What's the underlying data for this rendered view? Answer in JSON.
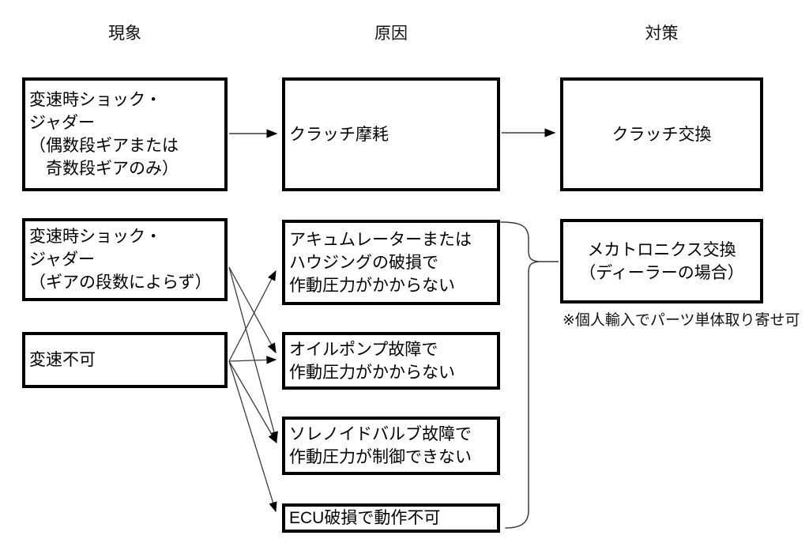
{
  "diagram_title": "",
  "headers": {
    "phenomenon": "現象",
    "cause": "原因",
    "solution": "対策"
  },
  "boxes": {
    "phenomenon1": {
      "lines": [
        "変速時ショック・",
        "ジャダー",
        "（偶数段ギアまたは",
        "　奇数段ギアのみ）"
      ]
    },
    "phenomenon2": {
      "lines": [
        "変速時ショック・",
        "ジャダー",
        "（ギアの段数によらず）"
      ]
    },
    "phenomenon3": {
      "lines": [
        "変速不可"
      ]
    },
    "cause_clutch_wear": {
      "lines": [
        "クラッチ摩耗"
      ]
    },
    "cause_accumulator": {
      "lines": [
        "アキュムレーターまたは",
        "ハウジングの破損で",
        "作動圧力がかからない"
      ]
    },
    "cause_oil_pump": {
      "lines": [
        "オイルポンプ故障で",
        "作動圧力がかからない"
      ]
    },
    "cause_solenoid": {
      "lines": [
        "ソレノイドバルブ故障で",
        "作動圧力が制御できない"
      ]
    },
    "cause_ecu": {
      "lines": [
        "ECU破損で動作不可"
      ]
    },
    "solution_clutch": {
      "lines": [
        "クラッチ交換"
      ]
    },
    "solution_mechatronics": {
      "lines": [
        "メカトロニクス交換",
        "（ディーラーの場合）"
      ]
    }
  },
  "note": "※個人輸入でパーツ単体取り寄せ可",
  "connections": [
    {
      "from": "変速時ショック・ジャダー（偶数段ギアまたは奇数段ギアのみ）",
      "to": "クラッチ摩耗"
    },
    {
      "from": "クラッチ摩耗",
      "to": "クラッチ交換"
    },
    {
      "from": "変速時ショック・ジャダー（ギアの段数によらず）",
      "to": "オイルポンプ故障で作動圧力がかからない"
    },
    {
      "from": "変速時ショック・ジャダー（ギアの段数によらず）",
      "to": "ソレノイドバルブ故障で作動圧力が制御できない"
    },
    {
      "from": "変速不可",
      "to": "アキュムレーターまたはハウジングの破損で作動圧力がかからない"
    },
    {
      "from": "変速不可",
      "to": "オイルポンプ故障で作動圧力がかからない"
    },
    {
      "from": "変速不可",
      "to": "ソレノイドバルブ故障で作動圧力が制御できない"
    },
    {
      "from": "変速不可",
      "to": "ECU破損で動作不可"
    },
    {
      "from": "原因4項目（アキュムレーター／オイルポンプ／ソレノイドバルブ／ECU）",
      "to": "メカトロニクス交換（ディーラーの場合）"
    }
  ],
  "colors": {
    "background": "#ffffff",
    "box_border": "#000000",
    "text": "#000000",
    "connector_line": "#3c3c3c",
    "arrowhead": "#000000"
  }
}
